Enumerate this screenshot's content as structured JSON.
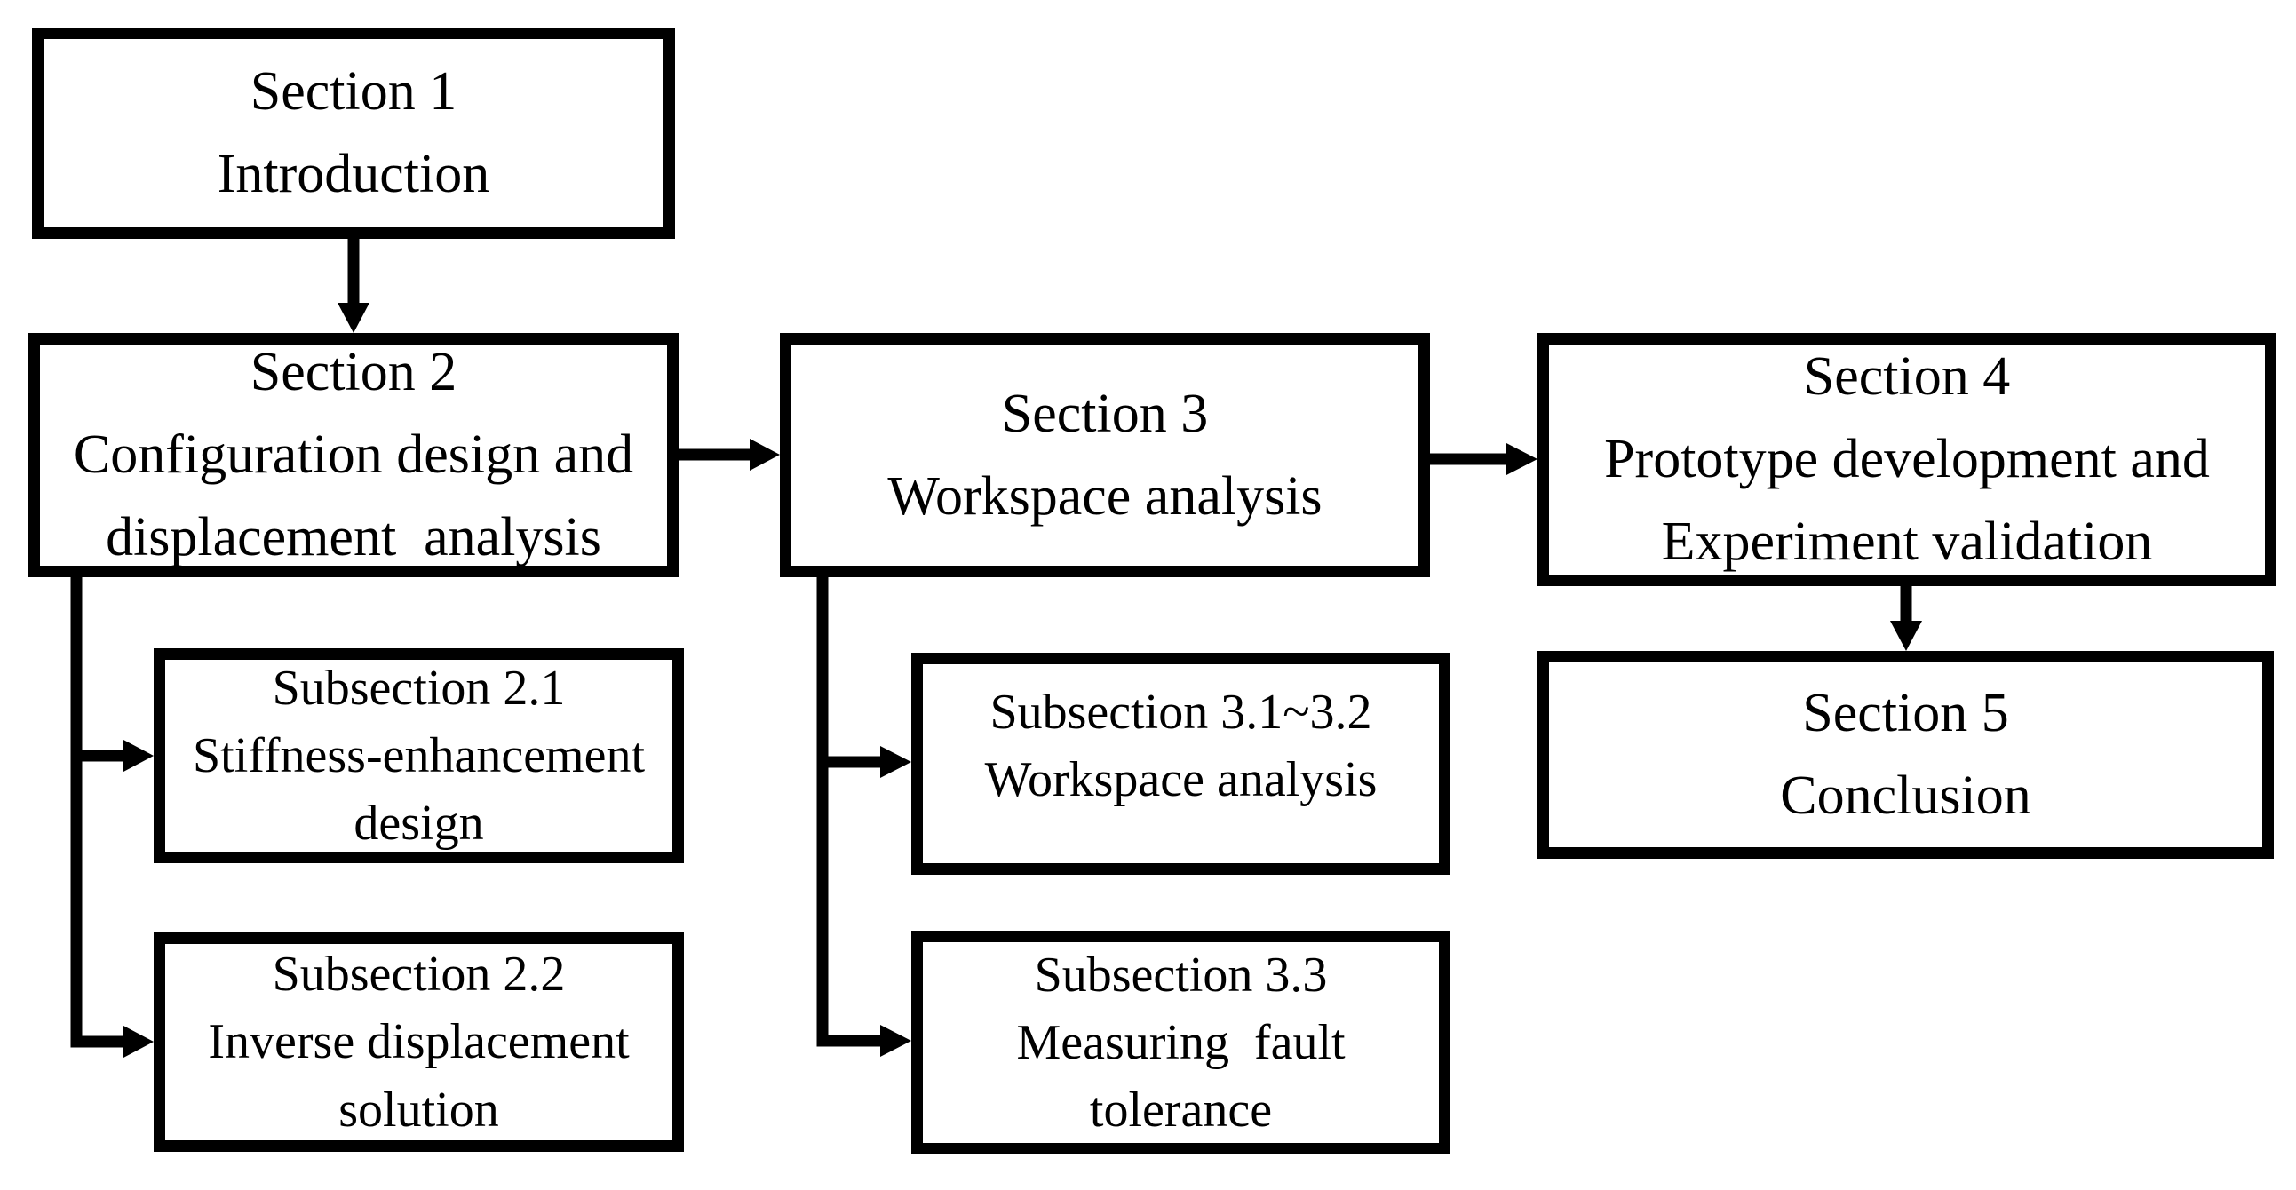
{
  "figure": {
    "type": "flowchart",
    "title": "Paper structure flowchart"
  },
  "colors": {
    "stroke": "#000000",
    "background": "#ffffff",
    "box_fill": "#ffffff"
  },
  "boxes": {
    "section1": {
      "lines": [
        "Section 1",
        "Introduction"
      ]
    },
    "section2": {
      "lines": [
        "Section 2",
        "Configuration design and",
        "displacement  analysis"
      ]
    },
    "section3": {
      "lines": [
        "Section 3",
        "Workspace analysis"
      ]
    },
    "section4": {
      "lines": [
        "Section 4",
        "Prototype development and",
        "Experiment validation"
      ]
    },
    "section5": {
      "lines": [
        "Section 5",
        "Conclusion"
      ]
    },
    "subsection21": {
      "lines": [
        "Subsection 2.1",
        "Stiffness-enhancement",
        "design"
      ]
    },
    "subsection22": {
      "lines": [
        "Subsection 2.2",
        "Inverse displacement",
        "solution"
      ]
    },
    "subsection31_32": {
      "lines": [
        "Subsection 3.1~3.2",
        "Workspace analysis"
      ]
    },
    "subsection33": {
      "lines": [
        "Subsection 3.3",
        "Measuring  fault",
        "tolerance"
      ]
    }
  },
  "edges": [
    {
      "from": "section1",
      "to": "section2",
      "direction": "down"
    },
    {
      "from": "section2",
      "to": "section3",
      "direction": "right"
    },
    {
      "from": "section3",
      "to": "section4",
      "direction": "right"
    },
    {
      "from": "section4",
      "to": "section5",
      "direction": "down"
    },
    {
      "from": "section2",
      "to": "subsection21",
      "direction": "down-right"
    },
    {
      "from": "section2",
      "to": "subsection22",
      "direction": "down-right"
    },
    {
      "from": "section3",
      "to": "subsection31_32",
      "direction": "down-right"
    },
    {
      "from": "section3",
      "to": "subsection33",
      "direction": "down-right"
    }
  ]
}
